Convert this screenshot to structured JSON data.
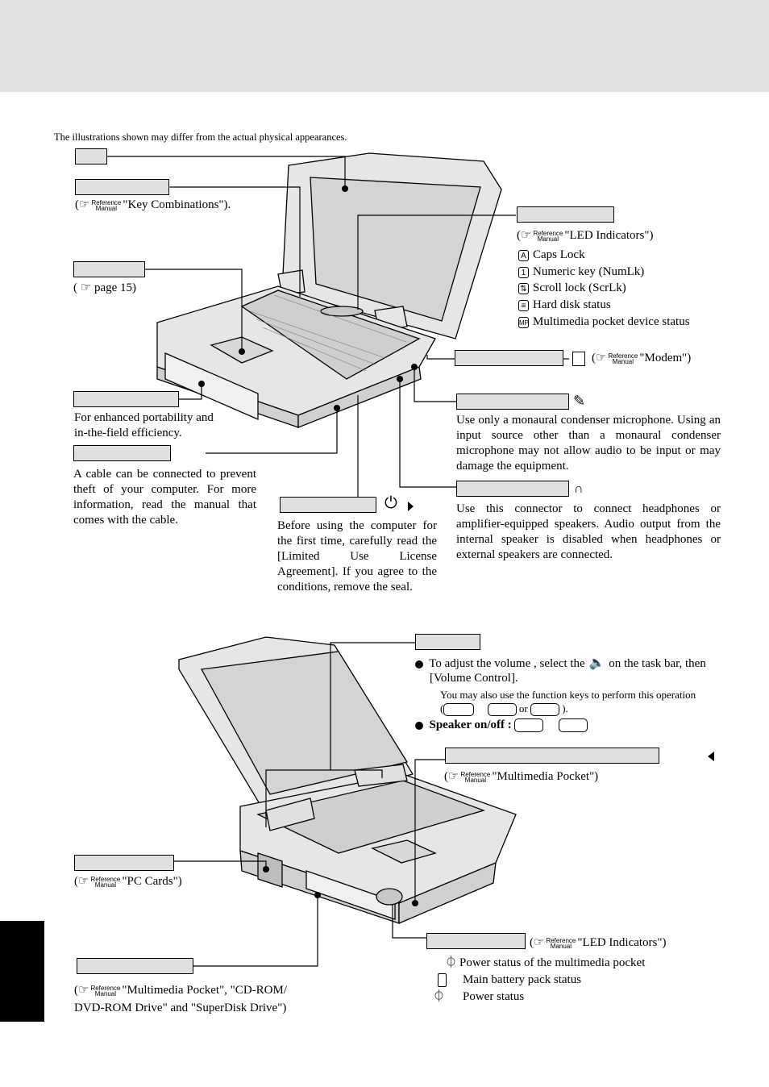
{
  "note": "The illustrations shown may differ from the actual physical appearances.",
  "ref_label": {
    "top": "Reference",
    "bottom": "Manual"
  },
  "hand_glyph": "☞",
  "top": {
    "keycomb_ref": "\"Key Combinations\").",
    "page_ref": "page 15)",
    "led_ref": "\"LED Indicators\")",
    "led_items": [
      {
        "glyph": "A",
        "label": "Caps Lock"
      },
      {
        "glyph": "1",
        "label": "Numeric key (NumLk)"
      },
      {
        "glyph": "⇅",
        "label": "Scroll lock (ScrLk)"
      },
      {
        "glyph": "≡",
        "label": "Hard disk status"
      },
      {
        "glyph": "MP",
        "label": "Multimedia pocket device status"
      }
    ],
    "modem_ref": "\"Modem\")",
    "mic_text": "Use only a monaural condenser microphone. Using an input source other than a monaural condenser microphone may not allow audio to be input or may damage the equipment.",
    "headphone_text": "Use this connector to connect headphones or amplifier-equipped speakers. Audio output from the internal speaker is disabled when headphones or external speakers are connected.",
    "handle_text": "For enhanced portability and in-the-field efficiency.",
    "lock_text": "A cable can be connected to prevent theft of your computer. For more information, read the manual that comes with the cable.",
    "power_text": "Before using the computer for the first time, carefully read the [Limited Use License Agreement]. If you agree to the conditions, remove the seal."
  },
  "bottom": {
    "volume_text": "To adjust the volume , select the",
    "volume_text2": "on the task bar, then",
    "volume_text3": "[Volume Control].",
    "fn_note": "You may also use the function keys to perform this operation",
    "fn_or": "or",
    "fn_end": ").",
    "speaker_onoff": "Speaker on/off :",
    "mm_ref": "\"Multimedia Pocket\")",
    "pccard_ref": "\"PC Cards\")",
    "led_ref": "\"LED Indicators\")",
    "led_items": [
      {
        "label": "Power status of the multimedia pocket"
      },
      {
        "label": "Main battery pack status"
      },
      {
        "label": "Power status"
      }
    ],
    "pocket_ref_1": "\"Multimedia Pocket\", \"CD-ROM/",
    "pocket_ref_2": "DVD-ROM Drive\" and \"SuperDisk Drive\")"
  }
}
